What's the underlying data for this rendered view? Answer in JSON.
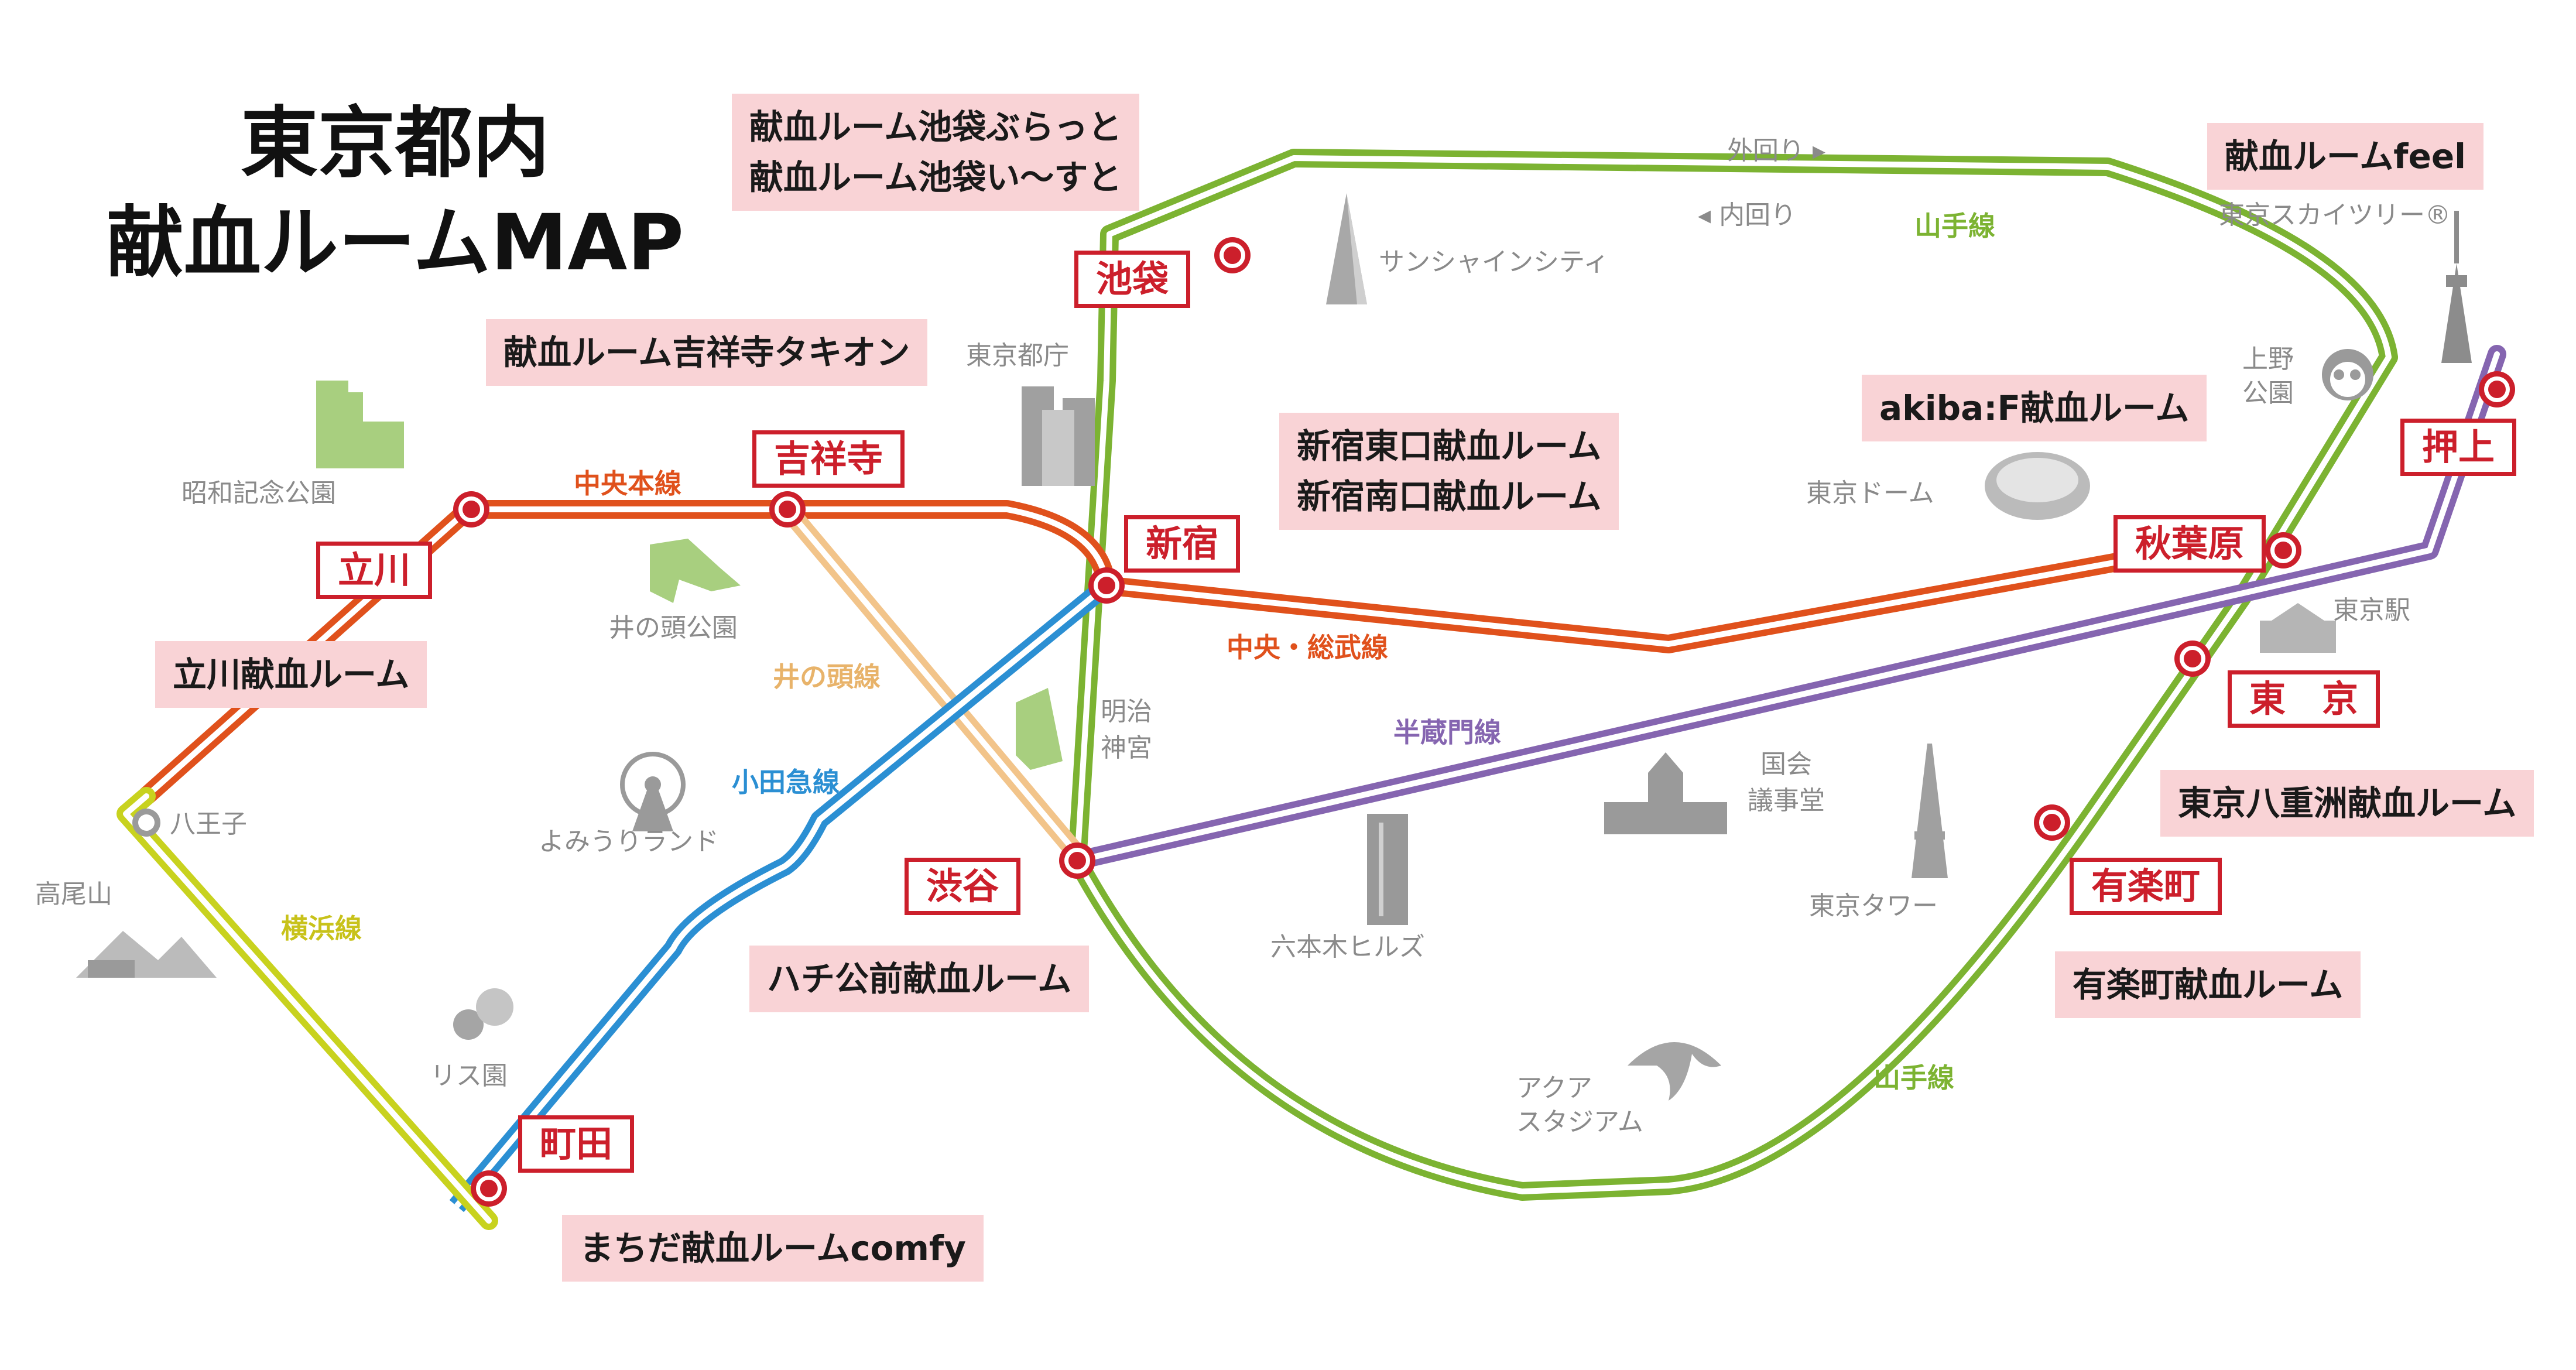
{
  "title": {
    "line1": "東京都内",
    "line2": "献血ルームMAP"
  },
  "colors": {
    "yamanote": "#7cb332",
    "chuo": "#e0511c",
    "chuo_sobu": "#e0511c",
    "hanzomon": "#8565b0",
    "odakyu": "#2b8fd3",
    "inokashira": "#f2c48a",
    "yokohama": "#c8d21e",
    "station_red": "#cc1f2b",
    "callout_bg": "#f9d3d6"
  },
  "lines": {
    "yamanote_top": "山手線",
    "yamanote_bottom": "山手線",
    "outer_loop": "外回り ▸",
    "inner_loop": "◂ 内回り",
    "chuo_main": "中央本線",
    "chuo_sobu": "中央・総武線",
    "inokashira": "井の頭線",
    "odakyu": "小田急線",
    "hanzomon": "半蔵門線",
    "yokohama": "横浜線"
  },
  "stations": {
    "ikebukuro": "池袋",
    "kichijoji": "吉祥寺",
    "tachikawa": "立川",
    "shinjuku": "新宿",
    "shibuya": "渋谷",
    "machida": "町田",
    "akihabara": "秋葉原",
    "oshiage": "押上",
    "tokyo": "東　京",
    "yurakucho": "有楽町",
    "hachioji": "八王子"
  },
  "rooms": {
    "ikebukuro": [
      "献血ルーム池袋ぶらっと",
      "献血ルーム池袋い～すと"
    ],
    "kichijoji": "献血ルーム吉祥寺タキオン",
    "shinjuku": [
      "新宿東口献血ルーム",
      "新宿南口献血ルーム"
    ],
    "tachikawa": "立川献血ルーム",
    "shibuya": "ハチ公前献血ルーム",
    "machida": "まちだ献血ルームcomfy",
    "akihabara": "akiba:F献血ルーム",
    "oshiage": "献血ルームfeel",
    "tokyo": "東京八重洲献血ルーム",
    "yurakucho": "有楽町献血ルーム"
  },
  "landmarks": {
    "sunshine": "サンシャインシティ",
    "tocho": "東京都庁",
    "skytree": "東京スカイツリー®",
    "ueno": [
      "上野",
      "公園"
    ],
    "tokyo_dome": "東京ドーム",
    "tokyo_station": "東京駅",
    "showa": "昭和記念公園",
    "inokashira_park": "井の頭公園",
    "meiji": [
      "明治",
      "神宮"
    ],
    "kokkai": [
      "国会",
      "議事堂"
    ],
    "yomiuri": "よみうりランド",
    "roppongi": "六本木ヒルズ",
    "tokyo_tower": "東京タワー",
    "takao": "高尾山",
    "risu": "リス園",
    "aqua": [
      "アクア",
      "スタジアム"
    ]
  }
}
